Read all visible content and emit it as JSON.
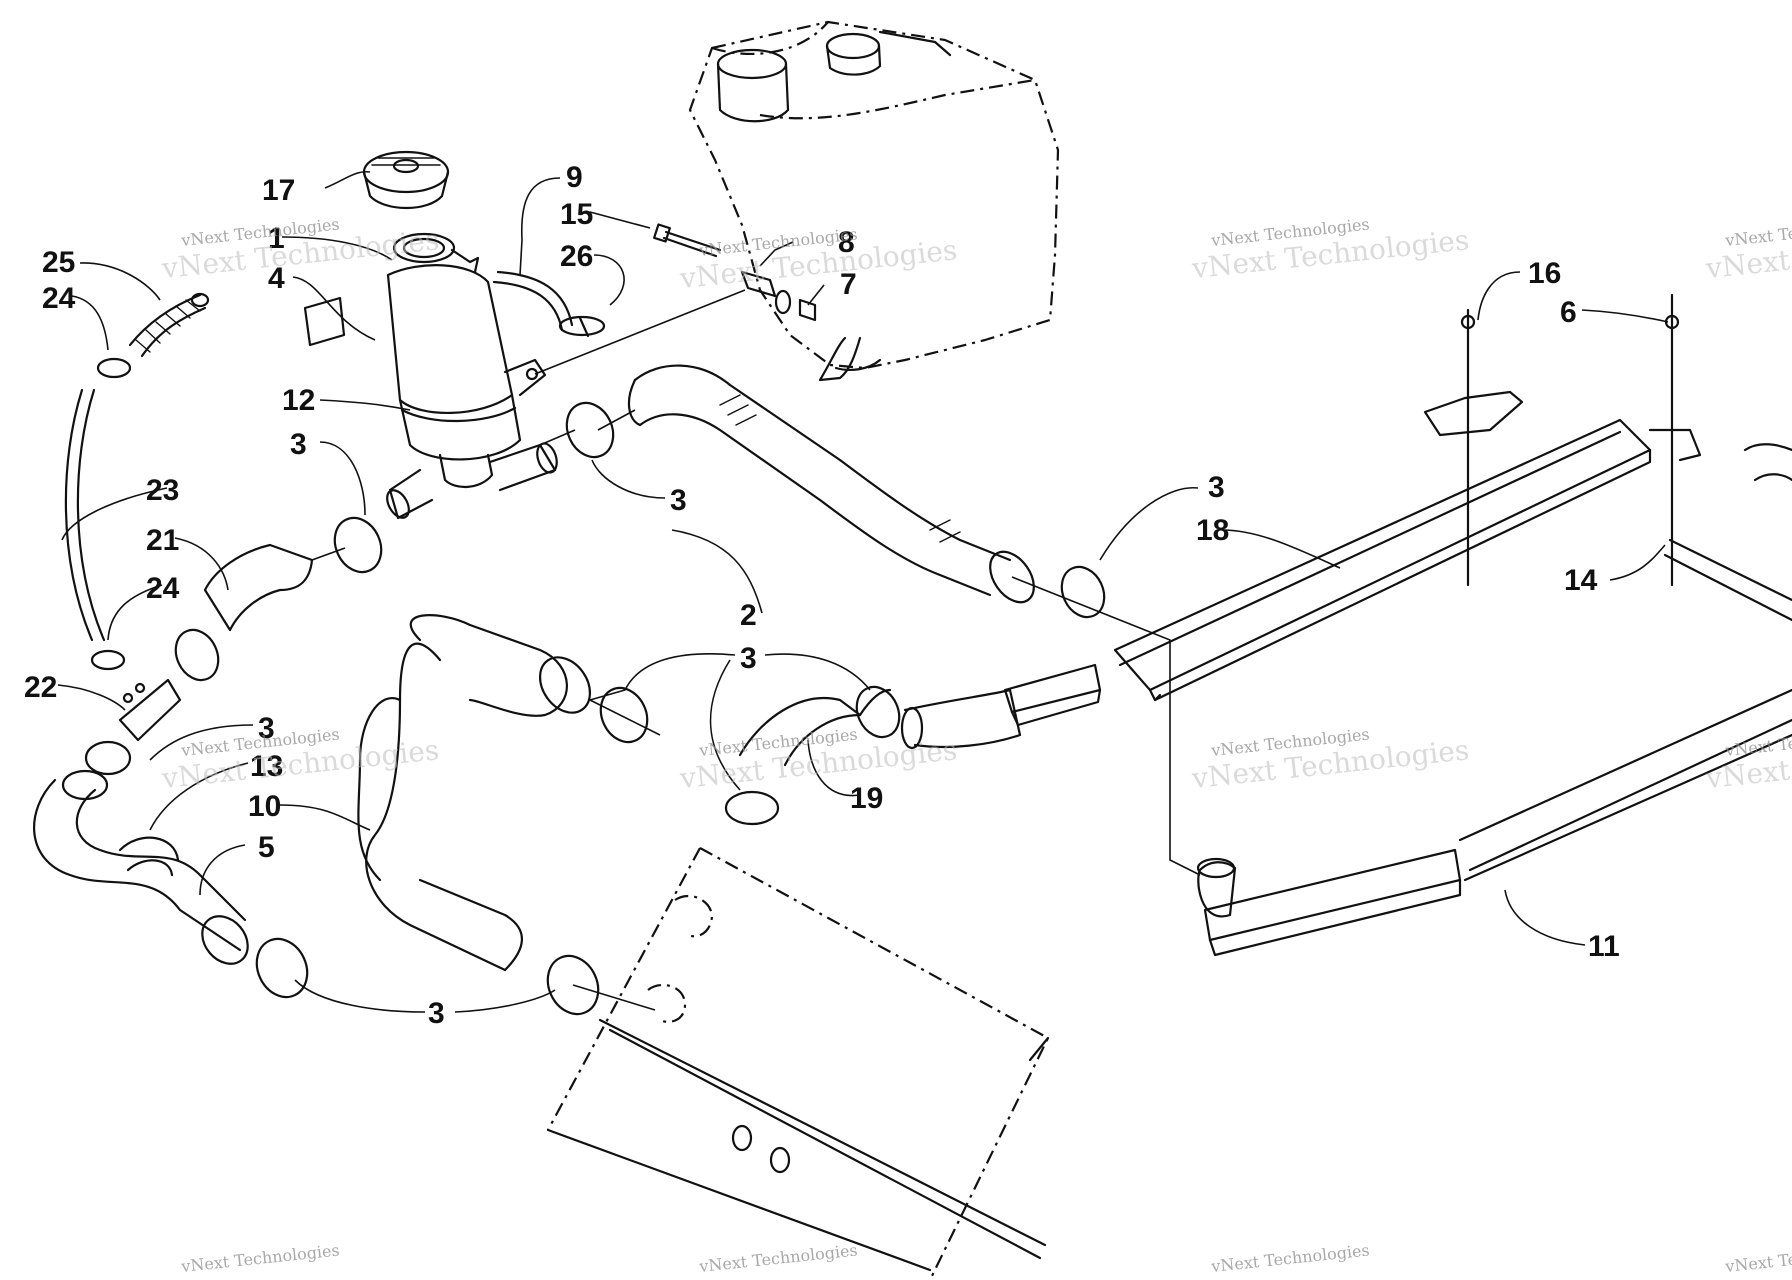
{
  "colors": {
    "ink": "#111111",
    "paper": "#ffffff",
    "watermark": "#9e9e9e"
  },
  "watermark": {
    "line1": "vNext Technologies",
    "line2": "vNext Technologies"
  },
  "callouts": [
    {
      "id": "c17",
      "label": "17"
    },
    {
      "id": "c1",
      "label": "1"
    },
    {
      "id": "c9",
      "label": "9"
    },
    {
      "id": "c15",
      "label": "15"
    },
    {
      "id": "c8",
      "label": "8"
    },
    {
      "id": "c26",
      "label": "26"
    },
    {
      "id": "c7",
      "label": "7"
    },
    {
      "id": "c25",
      "label": "25"
    },
    {
      "id": "c24a",
      "label": "24"
    },
    {
      "id": "c4",
      "label": "4"
    },
    {
      "id": "c12",
      "label": "12"
    },
    {
      "id": "c3a",
      "label": "3"
    },
    {
      "id": "c3b",
      "label": "3"
    },
    {
      "id": "c23",
      "label": "23"
    },
    {
      "id": "c21",
      "label": "21"
    },
    {
      "id": "c24b",
      "label": "24"
    },
    {
      "id": "c22",
      "label": "22"
    },
    {
      "id": "c3c",
      "label": "3"
    },
    {
      "id": "c13",
      "label": "13"
    },
    {
      "id": "c10",
      "label": "10"
    },
    {
      "id": "c5",
      "label": "5"
    },
    {
      "id": "c2",
      "label": "2"
    },
    {
      "id": "c3d",
      "label": "3"
    },
    {
      "id": "c19",
      "label": "19"
    },
    {
      "id": "c3e",
      "label": "3"
    },
    {
      "id": "c3f",
      "label": "3"
    },
    {
      "id": "c18",
      "label": "18"
    },
    {
      "id": "c16",
      "label": "16"
    },
    {
      "id": "c6",
      "label": "6"
    },
    {
      "id": "c14",
      "label": "14"
    },
    {
      "id": "c11",
      "label": "11"
    }
  ]
}
